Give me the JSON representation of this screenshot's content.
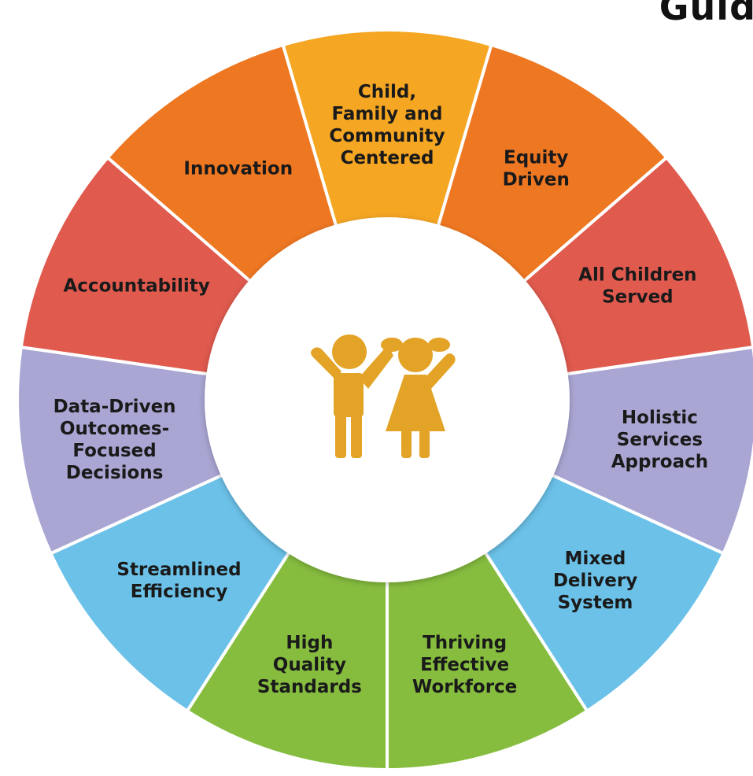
{
  "corner_text": "Guid",
  "center_icon": "children-icon",
  "segments": [
    {
      "lines": [
        "Child,",
        "Family and",
        "Community",
        "Centered"
      ],
      "color": "#F5A623"
    },
    {
      "lines": [
        "Equity",
        "Driven"
      ],
      "color": "#EE7722"
    },
    {
      "lines": [
        "All Children",
        "Served"
      ],
      "color": "#E05A4E"
    },
    {
      "lines": [
        "Holistic",
        "Services",
        "Approach"
      ],
      "color": "#A9A6D3"
    },
    {
      "lines": [
        "Mixed",
        "Delivery",
        "System"
      ],
      "color": "#6BC1E8"
    },
    {
      "lines": [
        "Thriving",
        "Effective",
        "Workforce"
      ],
      "color": "#86BD3F"
    },
    {
      "lines": [
        "High",
        "Quality",
        "Standards"
      ],
      "color": "#86BD3F"
    },
    {
      "lines": [
        "Streamlined",
        "Efficiency"
      ],
      "color": "#6BC1E8"
    },
    {
      "lines": [
        "Data-Driven",
        "Outcomes-",
        "Focused",
        "Decisions"
      ],
      "color": "#A9A6D3"
    },
    {
      "lines": [
        "Accountability"
      ],
      "color": "#E05A4E"
    },
    {
      "lines": [
        "Innovation"
      ],
      "color": "#EE7722"
    }
  ],
  "icon_color": "#E3A326"
}
